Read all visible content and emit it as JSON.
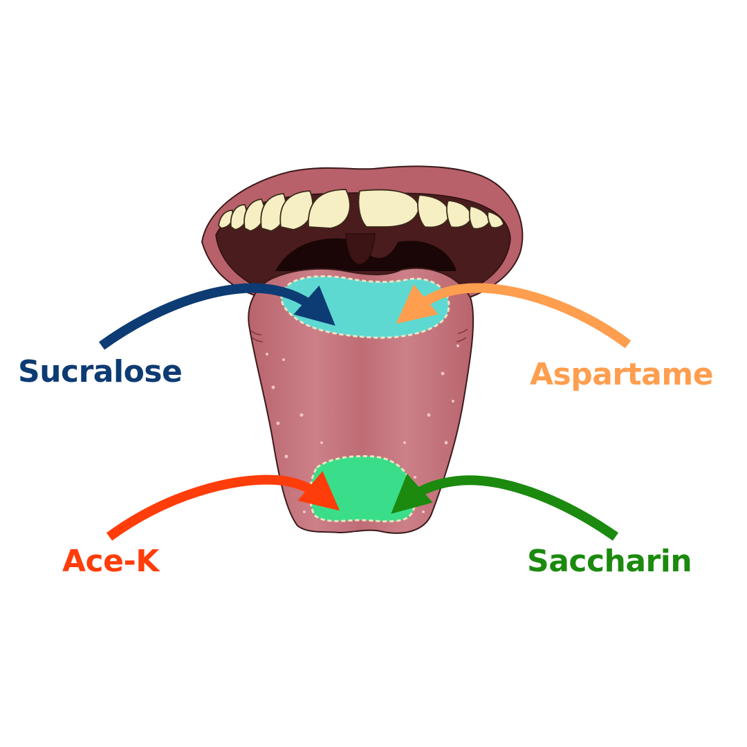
{
  "labels": {
    "sucralose": "Sucralose",
    "aspartame": "Aspartame",
    "ace_k": "Ace-K",
    "saccharin": "Saccharin"
  },
  "colors": {
    "sucralose": "#0d3b73",
    "aspartame": "#ff9e4f",
    "ace_k": "#ff3d0a",
    "saccharin": "#1b8a0e",
    "front_zone": "#5ed9d1",
    "tip_zone": "#3ade8a",
    "lip": "#b8616a",
    "tongue": "#c47179",
    "mouth_interior": "#4a1c1e",
    "teeth": "#f7efc4"
  },
  "icons": {
    "mouth": "open-mouth-with-tongue-illustration"
  }
}
